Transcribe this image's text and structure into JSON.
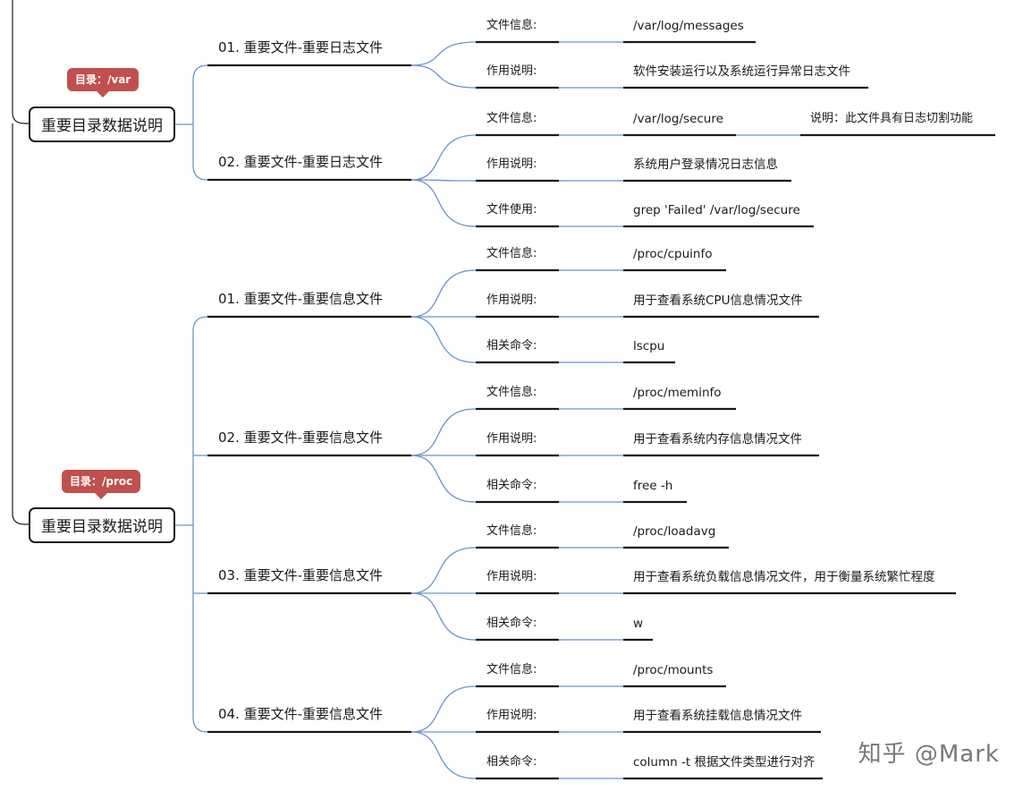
{
  "sections": [
    {
      "tag": "目录：/var",
      "title": "重要目录数据说明",
      "groups": [
        {
          "title": "01. 重要文件-重要日志文件",
          "items": [
            {
              "label": "文件信息:",
              "value": "/var/log/messages"
            },
            {
              "label": "作用说明:",
              "value": "软件安装运行以及系统运行异常日志文件"
            }
          ]
        },
        {
          "title": "02. 重要文件-重要日志文件",
          "items": [
            {
              "label": "文件信息:",
              "value": "/var/log/secure",
              "note": "说明：此文件具有日志切割功能"
            },
            {
              "label": "作用说明:",
              "value": "系统用户登录情况日志信息"
            },
            {
              "label": "文件使用:",
              "value": "grep 'Failed' /var/log/secure"
            }
          ]
        }
      ]
    },
    {
      "tag": "目录：/proc",
      "title": "重要目录数据说明",
      "groups": [
        {
          "title": "01. 重要文件-重要信息文件",
          "items": [
            {
              "label": "文件信息:",
              "value": "/proc/cpuinfo"
            },
            {
              "label": "作用说明:",
              "value": "用于查看系统CPU信息情况文件"
            },
            {
              "label": "相关命令:",
              "value": "lscpu"
            }
          ]
        },
        {
          "title": "02. 重要文件-重要信息文件",
          "items": [
            {
              "label": "文件信息:",
              "value": "/proc/meminfo"
            },
            {
              "label": "作用说明:",
              "value": "用于查看系统内存信息情况文件"
            },
            {
              "label": "相关命令:",
              "value": "free -h"
            }
          ]
        },
        {
          "title": "03. 重要文件-重要信息文件",
          "items": [
            {
              "label": "文件信息:",
              "value": "/proc/loadavg"
            },
            {
              "label": "作用说明:",
              "value": "用于查看系统负载信息情况文件，用于衡量系统繁忙程度"
            },
            {
              "label": "相关命令:",
              "value": "w"
            }
          ]
        },
        {
          "title": "04. 重要文件-重要信息文件",
          "items": [
            {
              "label": "文件信息:",
              "value": "/proc/mounts"
            },
            {
              "label": "作用说明:",
              "value": "用于查看系统挂载信息情况文件"
            },
            {
              "label": "相关命令:",
              "value": "column -t  根据文件类型进行对齐"
            }
          ]
        }
      ]
    }
  ],
  "watermark": "知乎 @Mark"
}
